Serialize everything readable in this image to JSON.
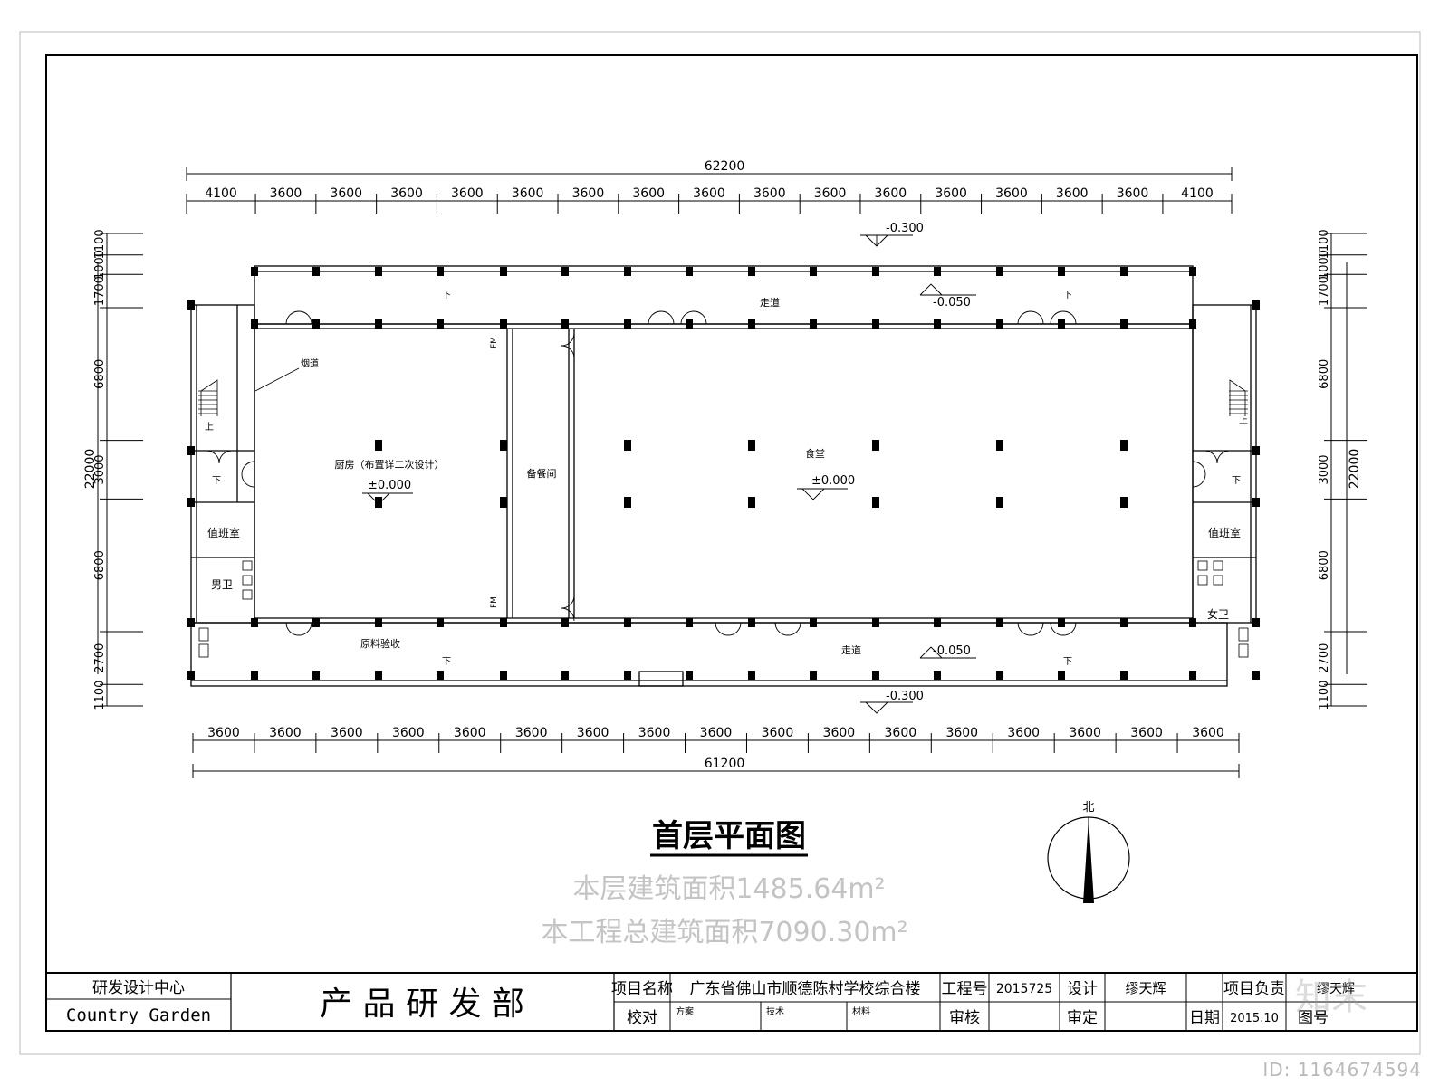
{
  "dims": {
    "top_total": "62200",
    "top_segments": [
      "4100",
      "3600",
      "3600",
      "3600",
      "3600",
      "3600",
      "3600",
      "3600",
      "3600",
      "3600",
      "3600",
      "3600",
      "3600",
      "3600",
      "3600",
      "3600",
      "4100"
    ],
    "bottom_total": "61200",
    "bottom_segments": [
      "3600",
      "3600",
      "3600",
      "3600",
      "3600",
      "3600",
      "3600",
      "3600",
      "3600",
      "3600",
      "3600",
      "3600",
      "3600",
      "3600",
      "3600",
      "3600",
      "3600"
    ],
    "side_segments": [
      "1100",
      "1000",
      "1700",
      "6800",
      "3000",
      "6800",
      "2700",
      "1100"
    ],
    "side_total": "22000"
  },
  "rooms": {
    "corridor": "走道",
    "flue": "烟道",
    "kitchen": "厨房（布置详二次设计）",
    "servery": "备餐间",
    "dining": "食堂",
    "duty": "值班室",
    "mens_wc": "男卫",
    "womens_wc": "女卫",
    "receiving": "原料验收",
    "up": "上",
    "down": "下",
    "fm": "FM"
  },
  "levels": {
    "outer": "-0.300",
    "corridor": "-0.050",
    "floor": "±0.000"
  },
  "caption": {
    "title": "首层平面图",
    "floor_area_label": "本层建筑面积",
    "floor_area_value": "1485.64m²",
    "total_area_label": "本工程总建筑面积",
    "total_area_value": "7090.30m²"
  },
  "north": "北",
  "title_block": {
    "company": "研发设计中心",
    "company_en": "Country Garden",
    "dept": "产 品 研 发 部",
    "project_name_label": "项目名称",
    "project_name": "广东省佛山市顺德陈村学校综合楼",
    "project_no_label": "工程号",
    "project_no": "2015725",
    "design_label": "设计",
    "designer": "缪天辉",
    "project_lead_label": "项目负责",
    "project_lead": "缪天辉",
    "check_label": "校对",
    "scheme_label": "方案",
    "tech_label": "技术",
    "material_label": "材料",
    "review_label": "审核",
    "approve_label": "审定",
    "date_label": "日期",
    "date": "2015.10",
    "drawing_no_label": "图号"
  },
  "watermark": "知末",
  "id_label": "ID: 1164674594"
}
